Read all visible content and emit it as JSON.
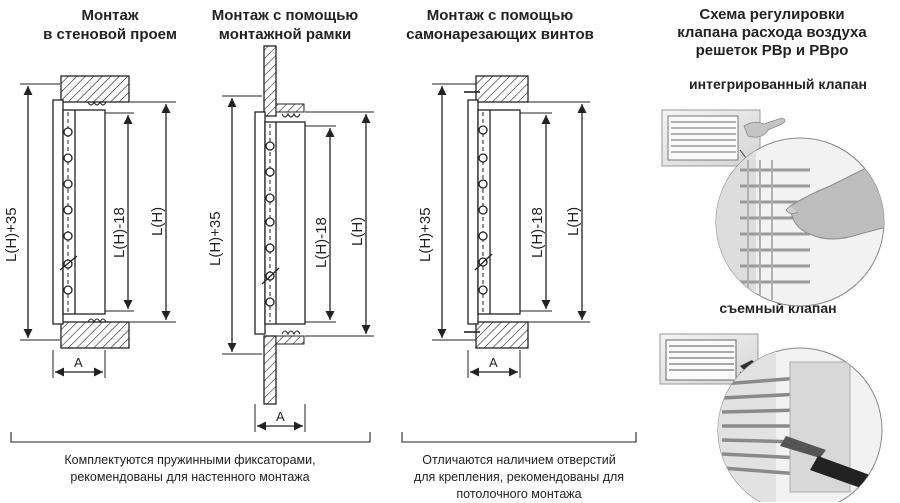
{
  "headers": {
    "wall": [
      "Монтаж",
      "в стеновой проем"
    ],
    "frame": [
      "Монтаж с помощью",
      "монтажной рамки"
    ],
    "screws": [
      "Монтаж с помощью",
      "самонарезающих винтов"
    ],
    "scheme": [
      "Схема регулировки",
      "клапана расхода воздуха",
      "решеток РВр и РВро"
    ]
  },
  "dimensions": {
    "total": "L(H)+35",
    "inner": "L(H)-18",
    "height": "L(H)",
    "width": "A"
  },
  "notes": {
    "springs": [
      "Комплектуются пружинными фиксаторами,",
      "рекомендованы для настенного монтажа"
    ],
    "holes": [
      "Отличаются наличием отверстий",
      "для крепления, рекомендованы для",
      "потолочного монтажа"
    ]
  },
  "valves": {
    "integrated": "интегрированный клапан",
    "removable": "съемный клапан"
  },
  "colors": {
    "line": "#222222",
    "photo_bg": "#e8e8e8",
    "hand": "#b9b9b9"
  }
}
